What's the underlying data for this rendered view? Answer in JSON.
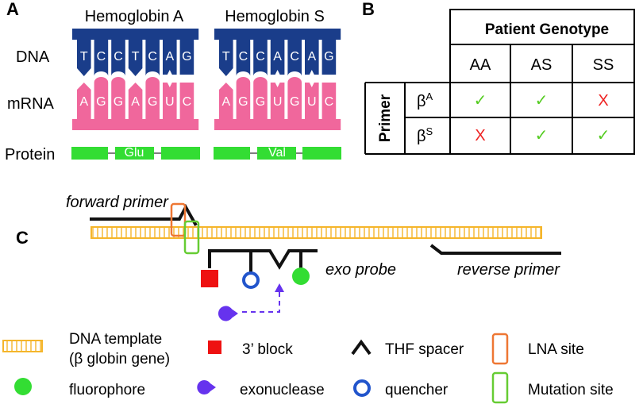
{
  "panels": {
    "a": "A",
    "b": "B",
    "c": "C"
  },
  "panel_a": {
    "hb_a_title": "Hemoglobin A",
    "hb_s_title": "Hemoglobin S",
    "row_dna": "DNA",
    "row_mrna": "mRNA",
    "row_protein": "Protein",
    "hb_a_dna": [
      "T",
      "C",
      "C",
      "T",
      "C",
      "A",
      "G"
    ],
    "hb_a_mrna": [
      "A",
      "G",
      "G",
      "A",
      "G",
      "U",
      "C"
    ],
    "hb_s_dna": [
      "T",
      "C",
      "C",
      "A",
      "C",
      "A",
      "G"
    ],
    "hb_s_mrna": [
      "A",
      "G",
      "G",
      "U",
      "G",
      "U",
      "C"
    ],
    "highlight_index": 3,
    "hb_a_protein": "Glu",
    "hb_s_protein": "Val",
    "colors": {
      "dna": "#1a3d8a",
      "mrna": "#f0679c",
      "protein": "#33dd33",
      "highlight": "#ffe000"
    }
  },
  "panel_b": {
    "header": "Patient Genotype",
    "primer_label": "Primer",
    "columns": [
      "AA",
      "AS",
      "SS"
    ],
    "rows": [
      {
        "label": "β",
        "sup": "A",
        "cells": [
          "check",
          "check",
          "cross"
        ]
      },
      {
        "label": "β",
        "sup": "S",
        "cells": [
          "cross",
          "check",
          "check"
        ]
      }
    ],
    "check_glyph": "✓",
    "cross_glyph": "X",
    "colors": {
      "check": "#55cc22",
      "cross": "#ee2222"
    }
  },
  "panel_c": {
    "forward_primer": "forward primer",
    "exo_probe": "exo probe",
    "reverse_primer": "reverse primer",
    "colors": {
      "template": "#f5b52a",
      "lna": "#ee7733",
      "mutation": "#66cc33",
      "block": "#ee1111",
      "quencher": "#2255cc",
      "fluorophore": "#33dd33",
      "exonuclease": "#6633ee"
    }
  },
  "legend": {
    "template_line1": "DNA template",
    "template_line2": "(β globin gene)",
    "block": "3’ block",
    "thf": "THF spacer",
    "lna": "LNA site",
    "fluorophore": "fluorophore",
    "exonuclease": "exonuclease",
    "quencher": "quencher",
    "mutation": "Mutation site"
  }
}
